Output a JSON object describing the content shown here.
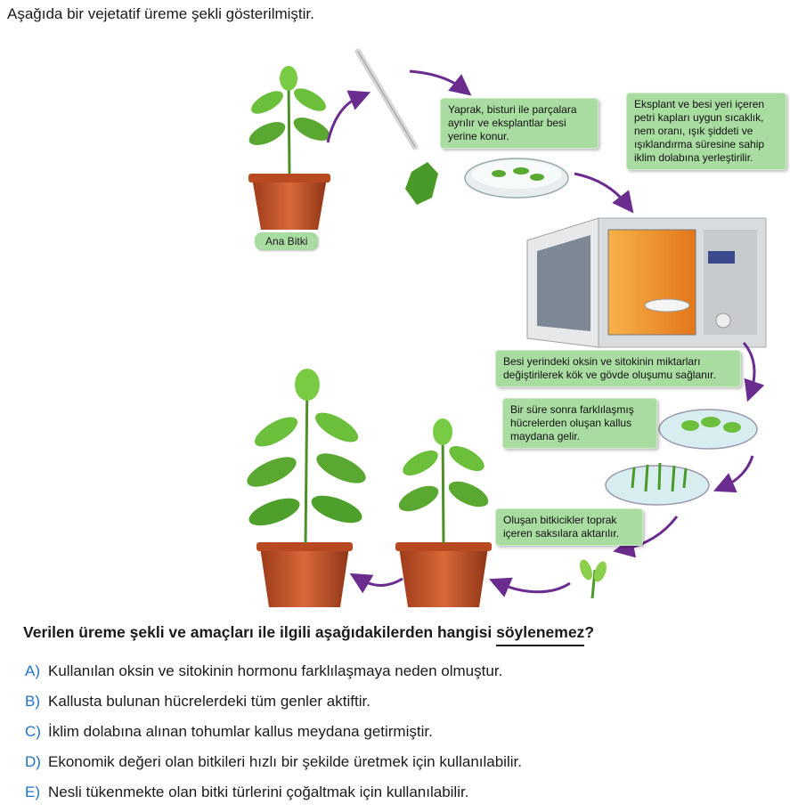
{
  "intro": "Aşağıda bir vejetatif üreme şekli gösterilmiştir.",
  "diagram": {
    "parent_label": "Ana Bitki",
    "step1": "Yaprak, bisturi ile parçalara\nayrılır  ve eksplantlar besi\nyerine konur.",
    "step2": "Eksplant ve besi yeri içeren\npetri kapları uygun sıcaklık,\nnem oranı, ışık şiddeti ve\nışıklandırma süresine sahip\niklim dolabına yerleştirilir.",
    "step3": "Besi yerindeki oksin ve sitokinin miktarları\ndeğiştirilerek kök ve gövde oluşumu sağlanır.",
    "step4": "Bir süre sonra farklılaşmış\nhücrelerden oluşan kallus\nmaydana gelir.",
    "step5": "Oluşan bitkicikler toprak\niçeren saksılara aktarılır.",
    "colors": {
      "box_green": "#a8dca0",
      "arrow_purple": "#6a2c8f",
      "pot": "#c8532a",
      "leaf": "#5aa832"
    }
  },
  "question": {
    "text_before": "Verilen üreme şekli ve amaçları ile ilgili aşağıdakilerden hangisi ",
    "emphasis": "söylenemez",
    "text_after": "?"
  },
  "options": [
    {
      "letter": "A)",
      "text": "Kullanılan oksin ve sitokinin hormonu farklılaşmaya neden olmuştur."
    },
    {
      "letter": "B)",
      "text": "Kallusta bulunan hücrelerdeki tüm genler aktiftir."
    },
    {
      "letter": "C)",
      "text": "İklim dolabına alınan tohumlar kallus meydana getirmiştir."
    },
    {
      "letter": "D)",
      "text": "Ekonomik değeri olan bitkileri hızlı bir şekilde üretmek için kullanılabilir."
    },
    {
      "letter": "E)",
      "text": "Nesli tükenmekte olan bitki türlerini çoğaltmak için kullanılabilir."
    }
  ]
}
